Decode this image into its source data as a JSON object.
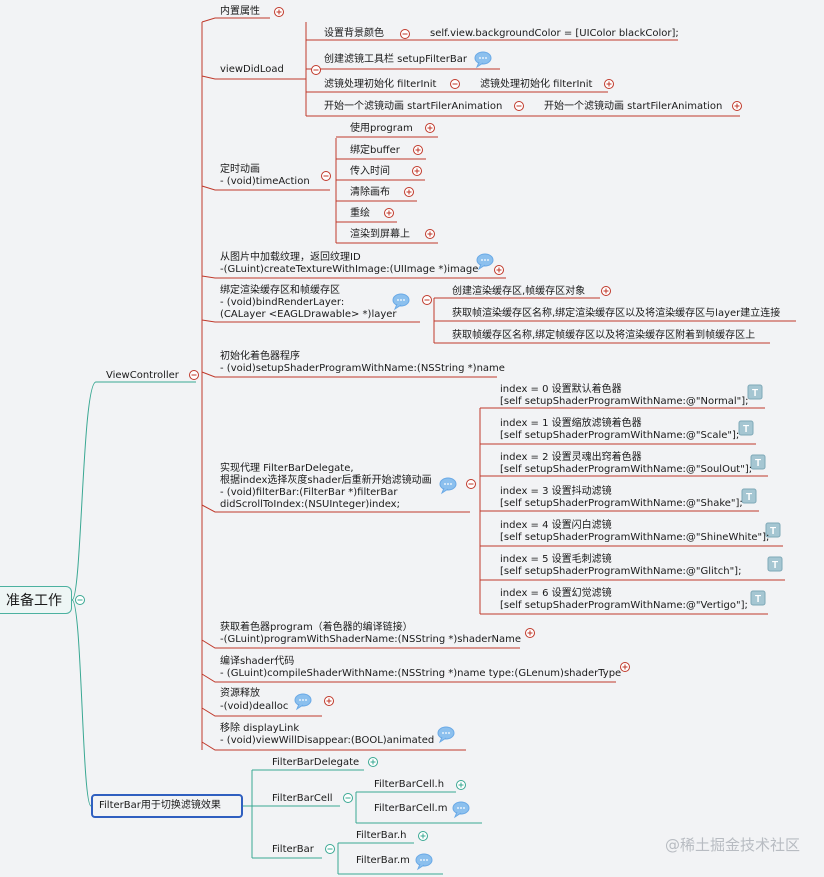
{
  "root": {
    "label": "准备工作"
  },
  "viewcontroller": {
    "label": "ViewController"
  },
  "nodes": {
    "builtin": "内置属性",
    "viewdidload": "viewDidLoad",
    "vdl_bg": "设置背景颜色",
    "vdl_bg_code": "self.view.backgroundColor = [UIColor blackColor];",
    "vdl_toolbar": "创建滤镜工具栏 setupFilterBar",
    "vdl_filterinit": "滤镜处理初始化 filterInit",
    "vdl_filterinit2": "滤镜处理初始化 filterInit",
    "vdl_anim": "开始一个滤镜动画 startFilerAnimation",
    "vdl_anim2": "开始一个滤镜动画 startFilerAnimation",
    "timer_l1": "定时动画",
    "timer_l2": "- (void)timeAction",
    "timer_use": "使用program",
    "timer_buffer": "绑定buffer",
    "timer_time": "传入时间",
    "timer_clear": "清除画布",
    "timer_draw": "重绘",
    "timer_render": "渲染到屏幕上",
    "texture_l1": "从图片中加载纹理，返回纹理ID",
    "texture_l2": "-(GLuint)createTextureWithImage:(UIImage *)image",
    "bind_l1": "绑定渲染缓存区和帧缓存区",
    "bind_l2": "- (void)bindRenderLayer:",
    "bind_l3": "(CALayer <EAGLDrawable> *)layer",
    "bind_c1": "创建渲染缓存区,帧缓存区对象",
    "bind_c2": "获取帧渲染缓存区名称,绑定渲染缓存区以及将渲染缓存区与layer建立连接",
    "bind_c3": "获取帧缓存区名称,绑定帧缓存区以及将渲染缓存区附着到帧缓存区上",
    "shader_l1": "初始化着色器程序",
    "shader_l2": "- (void)setupShaderProgramWithName:(NSString *)name",
    "delegate_l1": "实现代理 FilterBarDelegate,",
    "delegate_l2": "根据index选择灰度shader后重新开始滤镜动画",
    "delegate_l3": "- (void)filterBar:(FilterBar *)filterBar",
    "delegate_l4": "didScrollToIndex:(NSUInteger)index;",
    "idx0_l1": "index = 0 设置默认着色器",
    "idx0_l2": "[self setupShaderProgramWithName:@\"Normal\"];",
    "idx1_l1": "index = 1 设置缩放滤镜着色器",
    "idx1_l2": "[self setupShaderProgramWithName:@\"Scale\"];",
    "idx2_l1": "index = 2 设置灵魂出窍着色器",
    "idx2_l2": "[self setupShaderProgramWithName:@\"SoulOut\"];",
    "idx3_l1": "index = 3 设置抖动滤镜",
    "idx3_l2": "[self setupShaderProgramWithName:@\"Shake\"];",
    "idx4_l1": "index = 4 设置闪白滤镜",
    "idx4_l2": "[self setupShaderProgramWithName:@\"ShineWhite\"];",
    "idx5_l1": "index = 5 设置毛刺滤镜",
    "idx5_l2": " [self setupShaderProgramWithName:@\"Glitch\"];",
    "idx6_l1": "index = 6 设置幻觉滤镜",
    "idx6_l2": " [self setupShaderProgramWithName:@\"Vertigo\"];",
    "getprog_l1": "获取着色器program（着色器的编译链接）",
    "getprog_l2": "-(GLuint)programWithShaderName:(NSString *)shaderName",
    "compile_l1": "编译shader代码",
    "compile_l2": "- (GLuint)compileShaderWithName:(NSString *)name type:(GLenum)shaderType",
    "dealloc_l1": "资源释放",
    "dealloc_l2": "-(void)dealloc",
    "remove_l1": "移除 displayLink",
    "remove_l2": "- (void)viewWillDisappear:(BOOL)animated",
    "fb_delegate": "FilterBarDelegate",
    "fb_cell": "FilterBarCell",
    "fb_cell_h": "FilterBarCell.h",
    "fb_cell_m": "FilterBarCell.m",
    "fb_bar": "FilterBar",
    "fb_bar_h": "FilterBar.h",
    "fb_bar_m": "FilterBar.m"
  },
  "filterbar": {
    "label": "FilterBar用于切换滤镜效果"
  },
  "watermark": "@稀土掘金技术社区",
  "colors": {
    "red_branch": "#c0392b",
    "teal_branch": "#3aa893",
    "highlight_border": "#2f5fc0",
    "note_icon": "#6aa9e6",
    "text_icon": "#7fa9b8"
  }
}
